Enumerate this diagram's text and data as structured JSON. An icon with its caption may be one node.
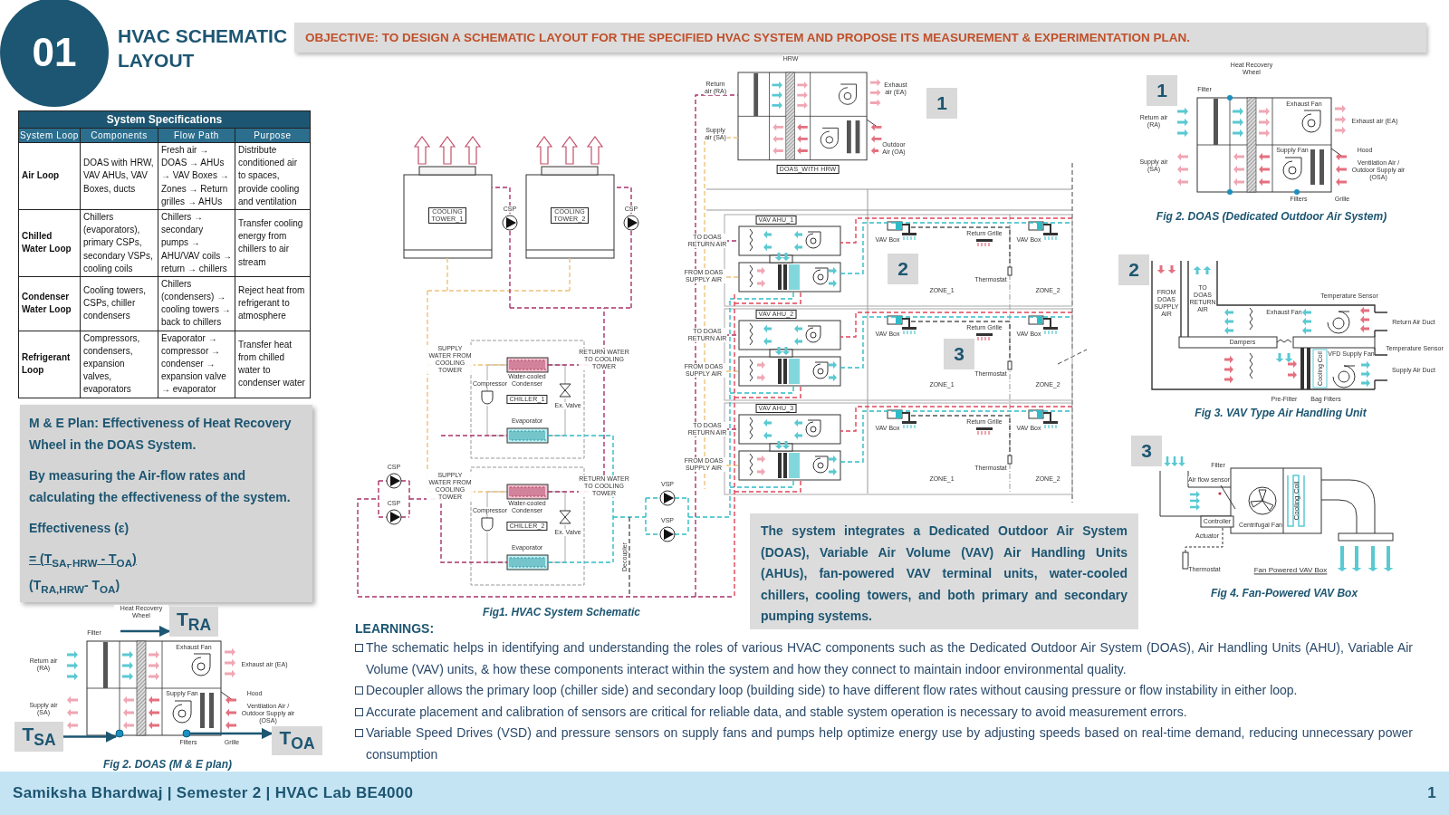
{
  "diagram": {
    "title": "HVAC SCHEMATIC LAYOUT",
    "nodes": [
      {
        "text": [
          "T$_{RA}$"
        ]
      },
      {
        "text": [
          "T$_{SA}$"
        ]
      },
      {
        "text": [],
        "shape": "circle",
        "in": 5
      },
      {
        "text": [],
        "shape": "circle",
        "in": 5
      },
      {
        "text": [
          "T$_{OA}$"
        ]
      },
      {
        "text": [],
        "shape": "picture"
      }
    ],
    "edges": [
      {
        "from": 5,
        "to": 0,
        "arrow": "to"
      },
      {
        "from": 1,
        "to": 2,
        "arrow": "to"
      },
      {
        "from": 3,
        "to": 4,
        "arrow": "to"
      }
    ],
    "labels": [
      "01",
      "OBJECTIVE: TO DESIGN A SCHEMATIC LAYOUT FOR THE SPECIFIED HVAC SYSTEM AND PROPOSE ITS MEASUREMENT & EXPERIMENTATION PLAN.",
      "System Specifications",
      "System Loop",
      "Components",
      "Flow Path",
      "Purpose",
      "Air Loop",
      "DOAS with HRW, VAV AHUs, VAV Boxes, ducts",
      "Fresh air → DOAS → AHUs → VAV Boxes → Zones → Return grilles → AHUs",
      "Distribute conditioned air to spaces, provide cooling and ventilation",
      "Chilled Water Loop",
      "Chillers (evaporators), primary CSPs, secondary VSPs, cooling coils",
      "Chillers → secondary pumps → AHU/VAV coils → return → chillers",
      "Transfer cooling energy from chillers to air stream",
      "Condenser Water Loop",
      "Cooling towers, CSPs, chiller condensers",
      "Chillers (condensers) → cooling towers → back to chillers",
      "Reject heat from refrigerant to atmosphere",
      "Refrigerant Loop",
      "Compressors, condensers, expansion valves, evaporators",
      "Evaporator → compressor → condenser → expansion valve → evaporator",
      "Transfer heat from chilled water to condenser water",
      "M & E Plan: Effectiveness of Heat Recovery Wheel in the DOAS System.",
      "By measuring the Air-flow rates and calculating the effectiveness of the system.",
      "Effectiveness (ε)",
      "= (T$_{SA, HRW}$ - T$_{OA}$)",
      "(T$_{RA,HRW}$- T$_{OA}$)",
      "Heat Recovery Wheel",
      "Filter",
      "Return air (RA)",
      "Exhaust Fan",
      "Exhaust air (EA)",
      "Hood",
      "Supply air (SA)",
      "Supply Fan",
      "Ventilation Air / Outdoor Supply air (OSA)",
      "Filters",
      "Grille",
      "Fig 2. DOAS (M & E plan)",
      "HRW",
      "Return air (RA)",
      "Supply air (SA)",
      "Exhaust air (EA)",
      "Outdoor Air (OA)",
      "DOAS_WITH HRW",
      "1",
      "COOLING TOWER_1",
      "CSP",
      "COOLING TOWER_2",
      "CSP",
      "VAV AHU_1",
      "TO DOAS RETURN AIR",
      "FROM DOAS SUPPLY AIR",
      "VAV Box",
      "Return Grille",
      "VAV Box",
      "Thermostat",
      "ZONE_1",
      "ZONE_2",
      "VAV AHU_2",
      "TO DOAS RETURN AIR",
      "FROM DOAS SUPPLY AIR",
      "VAV Box",
      "Return Grille",
      "VAV Box",
      "Thermostat",
      "ZONE_1",
      "ZONE_2",
      "VAV AHU_3",
      "TO DOAS RETURN AIR",
      "FROM DOAS SUPPLY AIR",
      "VAV Box",
      "Return Grille",
      "VAV Box",
      "Thermostat",
      "ZONE_1",
      "ZONE_2",
      "2",
      "3",
      "SUPPLY WATER FROM COOLING TOWER",
      "Water-cooled Condenser",
      "RETURN WATER TO COOLING TOWER",
      "Compressor",
      "CHILLER_1",
      "Ex. Valve",
      "Evaporator",
      "SUPPLY WATER FROM COOLING TOWER",
      "Water-cooled Condenser",
      "RETURN WATER TO COOLING TOWER",
      "Compressor",
      "CHILLER_2",
      "Ex. Valve",
      "Evaporator",
      "CSP",
      "CSP",
      "VSP",
      "VSP",
      "Decoupler",
      "Fig1. HVAC System Schematic",
      "The system integrates a Dedicated Outdoor Air System (DOAS), Variable Air Volume (VAV) Air Handling Units (AHUs), fan-powered VAV terminal units, water-cooled chillers, cooling towers, and both primary and secondary pumping systems.",
      "LEARNINGS:",
      "The schematic helps in identifying and understanding the roles of various HVAC components such as the Dedicated Outdoor Air System (DOAS), Air Handling Units (AHU), Variable Air Volume (VAV) units, & how these components interact within the system and how they connect to maintain indoor environmental quality.",
      "Decoupler allows the primary loop (chiller side) and secondary loop (building side) to have different flow rates without causing pressure or flow instability in either loop.",
      "Accurate placement and calibration of sensors are critical for reliable data, and stable system operation is necessary to avoid measurement errors.",
      "Variable Speed Drives (VSD) and pressure sensors on supply fans and pumps help optimize energy use by adjusting speeds based on real-time demand, reducing unnecessary power consumption",
      "1",
      "Heat Recovery Wheel",
      "Filter",
      "Return air (RA)",
      "Exhaust Fan",
      "Exhaust air (EA)",
      "Hood",
      "Supply air (SA)",
      "Supply Fan",
      "Ventilation Air / Outdoor Supply air (OSA)",
      "Filters",
      "Grille",
      "Fig 2. DOAS (Dedicated Outdoor Air System)",
      "2",
      "FROM DOAS SUPPLY AIR",
      "TO DOAS RETURN AIR",
      "Temperature Sensor",
      "Exhaust Fan",
      "Return Air Duct",
      "Dampers",
      "Temperature Sensor",
      "VFD Supply Fan",
      "Supply Air Duct",
      "Cooling Coil",
      "Pre-Filter",
      "Bag Filters",
      "Fig 3. VAV Type Air Handling Unit",
      "3",
      "Filter",
      "Air flow sensor",
      "Controller",
      "Centrifugal Fan",
      "Cooling Coil",
      "Actuator",
      "Thermostat",
      "Fan Powered VAV Box",
      "Fig 4. Fan-Powered VAV Box",
      "Samiksha Bhardwaj | Semester 2 | HVAC Lab BE4000",
      "1"
    ]
  }
}
